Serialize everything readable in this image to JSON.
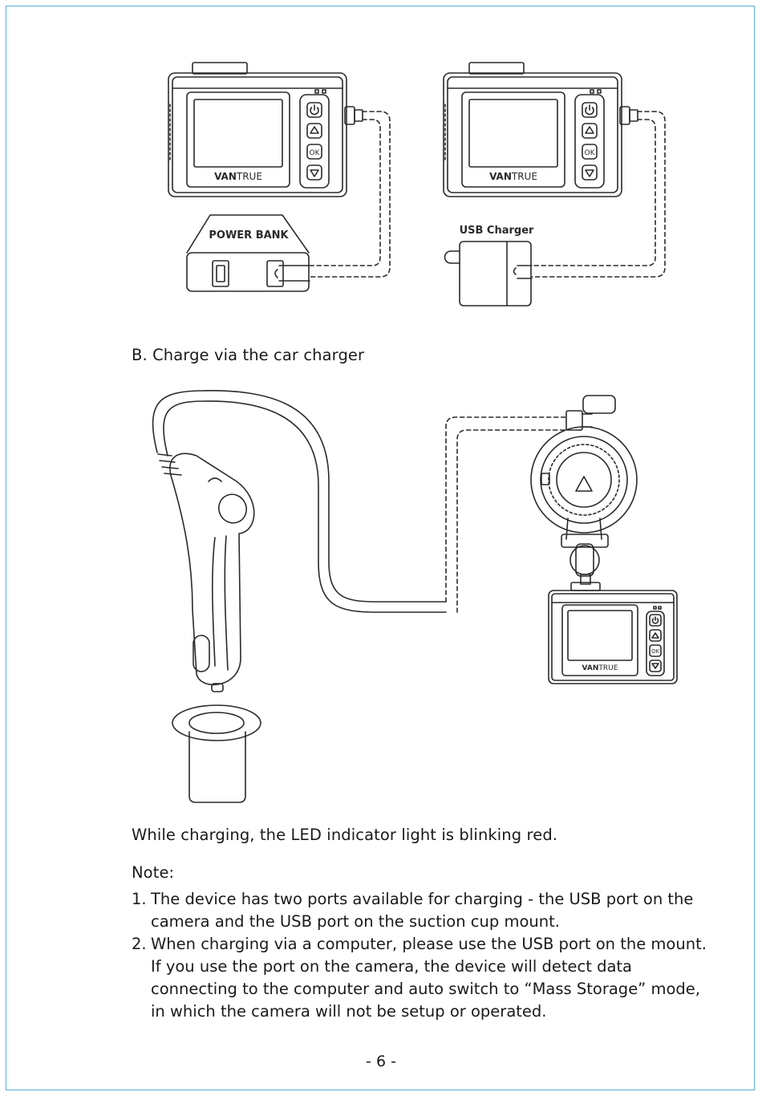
{
  "labels": {
    "power_bank": "POWER BANK",
    "usb_charger": "USB Charger",
    "brand_bold": "VAN",
    "brand_light": "TRUE",
    "ok": "OK"
  },
  "section_b": "B. Charge via the car charger",
  "charging_text": "While charging, the LED indicator light is blinking red.",
  "note": {
    "label": "Note:",
    "items": [
      {
        "num": "1.",
        "text": "The device has two ports available for charging - the USB port on the camera and the USB port on the suction cup mount."
      },
      {
        "num": "2.",
        "text": "When charging via a computer, please use the USB port on the mount. If you use the port on the camera, the device will detect data connecting to the computer and auto switch to “Mass Storage” mode, in which the camera will not be setup or operated."
      }
    ]
  },
  "page_number": "- 6 -",
  "colors": {
    "frame": "#5aaee0",
    "line": "#2a2a2a"
  }
}
